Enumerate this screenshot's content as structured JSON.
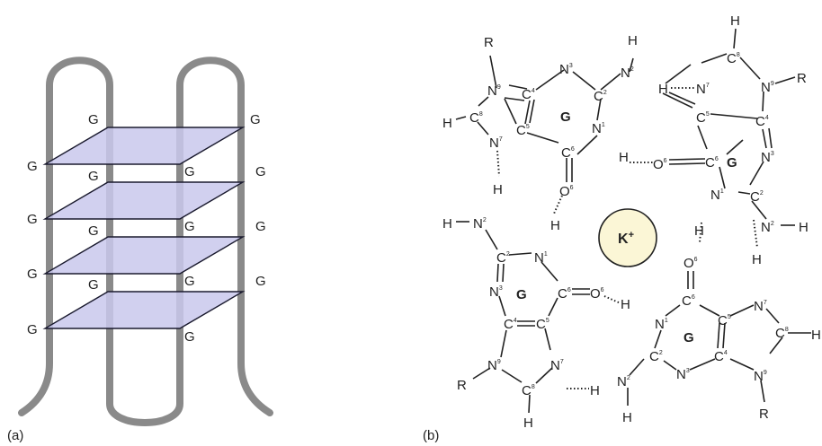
{
  "panel_a": {
    "label": "(a)",
    "base_letter": "G",
    "accent_colors": {
      "strand": "#8a8a8a",
      "plane": "#c9c8ec",
      "edge": "#1a1a2e"
    }
  },
  "panel_b": {
    "label": "(b)",
    "residue": "G",
    "ion": "K",
    "ion_charge": "+",
    "atoms": {
      "C": "C",
      "N": "N",
      "O": "O",
      "H": "H",
      "R": "R"
    },
    "subscripts": [
      "1",
      "2",
      "3",
      "4",
      "5",
      "6",
      "7",
      "8",
      "9"
    ],
    "accent_colors": {
      "ion_fill": "#fbf6d6",
      "bond": "#222222"
    }
  }
}
